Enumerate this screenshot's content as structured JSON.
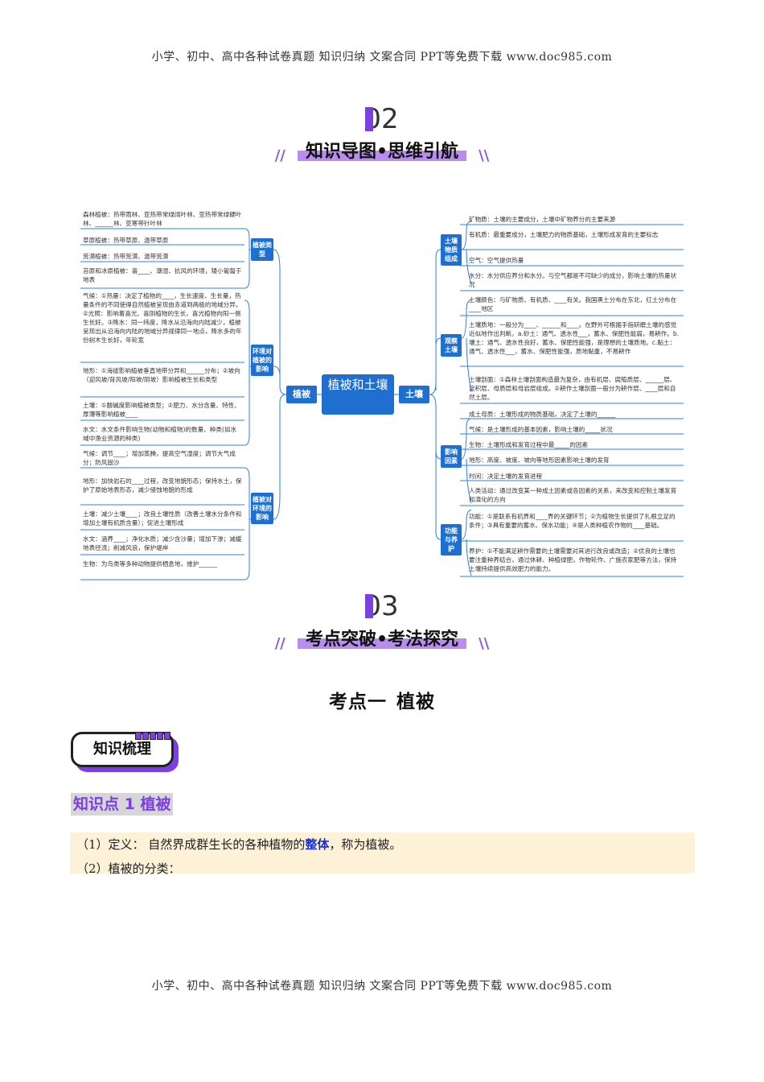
{
  "header": {
    "text": "小学、初中、高中各种试卷真题  知识归纳  文案合同  PPT等免费下载     www.doc985.com"
  },
  "footer": {
    "text": "小学、初中、高中各种试卷真题  知识归纳  文案合同  PPT等免费下载     www.doc985.com"
  },
  "section2": {
    "number": "02",
    "title": "知识导图•思维引航"
  },
  "section3": {
    "number": "03",
    "title": "考点突破•考法探究"
  },
  "slashes": {
    "left": "//",
    "right": "\\\\"
  },
  "mindmap": {
    "center": "植被和土壤",
    "left_branch": "植被",
    "right_branch": "土壤",
    "left_groups": [
      {
        "label": "植被类型",
        "items": [
          "森林植被：热带雨林、亚热带常绿阔叶林、亚热带常绿硬叶林、______林、亚寒带针叶林",
          "草原植被：热带草原、温带草原",
          "荒漠植被：热带荒漠、温带荒漠",
          "苔原和冰原植被：喜____、潮湿、抗风的环境，矮小匍匐于地表"
        ]
      },
      {
        "label": "环境对植被的影响",
        "items": [
          "气候：①热量：决定了植物的____，生长速度、生长量，热量条件的不同使得自然植被呈现由赤道到两极的地域分异。②光照：影响着喜光、喜阴植物的生长，喜光植物向阳一侧生长好。③降水：同一纬度，降水从沿海向内陆减少，植被呈现出从沿海向内陆的地域分异规律同一地点，降水多的年份树木生长好，年轮宽",
          "地形：①海拔影响植被垂直地带分异和______分布；②坡向（迎风坡/背风坡/阳坡/阴坡）影响植被生长和类型",
          "土壤：①酸碱度影响植被类型；②肥力、水分含量、特性、厚薄等影响植被____",
          "水文：水文条件影响生物(动物和植物)的数量、种类(如水域中渔业资源的种类)"
        ]
      },
      {
        "label": "植被对环境的影响",
        "items": [
          "气候：调节____；增加蒸腾，提高空气湿度；调节大气成分；防风固沙",
          "地形：加快岩石的____过程，改变地貌形态；保持水土，保护了原始地表形态，减少侵蚀地貌的形成",
          "土壤：减少土壤____；改良土壤性质（改善土壤水分条件和增加土壤有机质含量）；促进土壤形成",
          "水文：涵养____；净化水质；减少含沙量；增加下渗；减缓地表径流；削减风浪，保护堤岸",
          "生物：为鸟类等多种动物提供栖息地，维护______"
        ]
      }
    ],
    "right_groups": [
      {
        "label": "土壤物质组成",
        "items": [
          "矿物质：土壤的主要成分，土壤中矿物养分的主要来源",
          "有机质：最重要成分，土壤肥力的物质基础，土壤形成发育的主要标志",
          "空气：空气提供热量",
          "水分：水分供应养分和水分。与空气都是不可缺少的成分，影响土壤的热量状况"
        ]
      },
      {
        "label": "观察土壤",
        "items": [
          "土壤颜色：与矿物质、有机质、____有关。我国黑土分布在东北，红土分布在____地区",
          "土壤质地：一般分为____、______和____。在野外可根据手指研磨土壤的感觉近似地作出判断。a.砂土：通气、透水性___，蓄水、保肥性能弱，易耕作。b.壤土：通气、透水性良好，蓄水、保肥性能强，是理想的土壤质地。c.黏土：通气、透水性___，蓄水、保肥性能强，质地黏重，不易耕作",
          "土壤剖面：①森林土壤剖面构造最为复杂，由有机层、腐殖质层、______层、淀积层、母质层和母岩层组成。②耕作土壤剖面一般分为耕作层、____层和自然土层。"
        ]
      },
      {
        "label": "影响因素",
        "items": [
          "成土母质：土壤形成的物质基础，决定了土壤的______",
          "气候：是土壤形成的基本因素，影响土壤的_____状况",
          "生物：土壤形成和发育过程中最_____的因素",
          "地形：高度、坡度、坡向等地形因素影响土壤的发育",
          "时间：决定土壤的发育进程",
          "人类活动：通过改变某一种成土因素或各因素的关系，来改变和控制土壤发育和演化的方向"
        ]
      },
      {
        "label": "功能与养护",
        "items": [
          "功能：①是联系有机界和____界的关键环节；②为植物生长提供了扎根立足的条件；③具有重要的蓄水、保水功能；④是人类种植农作物的____基础。",
          "养护：①不能满足耕作需要的土壤需要对其进行改良或改造；②优良的土壤也要注重种养结合，通过休耕、种植绿肥，作物轮作、广施农家肥等方法，保持土壤持续提供高效肥力的能力。"
        ]
      }
    ]
  },
  "topic": {
    "prefix": "考点一",
    "name": "植被"
  },
  "badge": {
    "label": "知识梳理"
  },
  "knowledge_point": {
    "label": "知识点 1 植被"
  },
  "definition": {
    "line1_prefix": "（1）定义：  自然界成群生长的各种植物的",
    "line1_highlight": "整体",
    "line1_suffix": "，称为植被。",
    "line2": "（2）植被的分类："
  }
}
